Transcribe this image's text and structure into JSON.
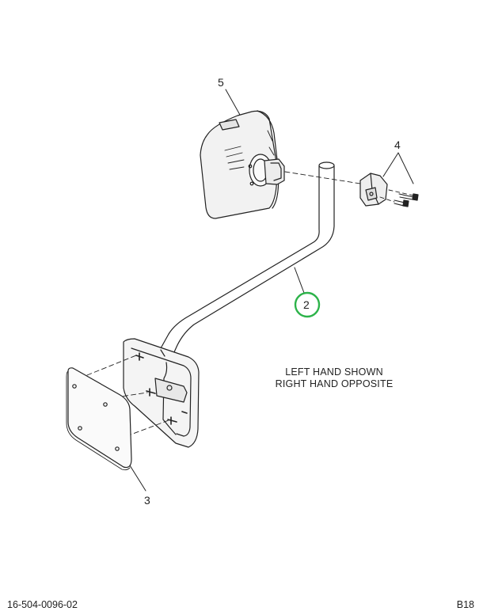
{
  "callouts": {
    "c5": "5",
    "c4": "4",
    "c2": "2",
    "c3": "3"
  },
  "note": {
    "line1": "LEFT HAND SHOWN",
    "line2": "RIGHT HAND OPPOSITE"
  },
  "footer": {
    "doc_number": "16-504-0096-02",
    "page_code": "B18"
  },
  "highlight_color": "#2db34a"
}
